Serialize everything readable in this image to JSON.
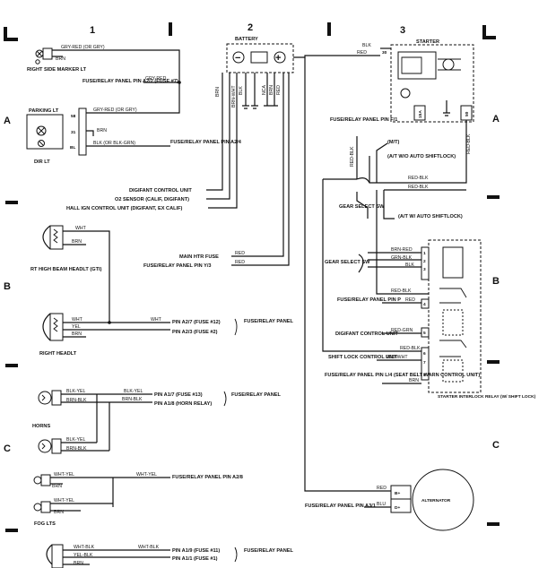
{
  "columns": [
    "1",
    "2",
    "3"
  ],
  "zones": [
    "A",
    "B",
    "C"
  ],
  "battery": {
    "label": "BATTERY",
    "minus": "−",
    "plus": "+"
  },
  "starter": {
    "label": "STARTER",
    "pin30": "30",
    "pin15a": "15A",
    "pin50": "50"
  },
  "alternator": {
    "label": "ALTERNATOR",
    "pin_bplus": "B+",
    "pin_dplus": "D+"
  },
  "relay": {
    "label": "STARTER INTERLOCK RELAY (W/ SHIFT LOCK)",
    "pins": [
      "1",
      "2",
      "3",
      "4",
      "5",
      "6",
      "7",
      "8"
    ]
  },
  "components": {
    "marker": "RIGHT SIDE MARKER LT",
    "parking": "PARKING LT",
    "dir": "DIR LT",
    "high_beam": "RT HIGH BEAM HEADLT (GTI)",
    "headlt": "RIGHT HEADLT",
    "horns": "HORNS",
    "fog": "FOG LTS",
    "gear_select_sw": "GEAR SELECT SW",
    "gear_select_sw2": "GEAR SELECT SW"
  },
  "pins": {
    "58": "58",
    "31": "31",
    "bl": "BL"
  },
  "wires": {
    "gry_red_or_gry": "GRY-RED (OR GRY)",
    "brn": "BRN",
    "gry_red": "GRY-RED",
    "blk_or_blk_grn": "BLK (OR BLK-GRN)",
    "wht": "WHT",
    "yel": "YEL",
    "blk_yel": "BLK-YEL",
    "brn_blk": "BRN-BLK",
    "wht_yel": "WHT-YEL",
    "wht_blk": "WHT-BLK",
    "yel_blk": "YEL-BLK",
    "blk": "BLK",
    "red": "RED",
    "red_blk": "RED-BLK",
    "brn_red": "BRN-RED",
    "grn_blk": "GRN-BLK",
    "red_grn": "RED-GRN",
    "red_wht": "RED-WHT",
    "blu": "BLU",
    "nca": "NCA",
    "brn_wht": "BRN-WHT"
  },
  "labels": {
    "fuse_a2_2": "FUSE/RELAY PANEL PIN A2/2 (FUSE #7)",
    "fuse_a2_4": "FUSE/RELAY PANEL PIN A2/4",
    "digifant_ctrl": "DIGIFANT CONTROL UNIT",
    "o2_sensor": "O2 SENSOR (CALIF, DIGIFANT)",
    "hall_ign": "HALL IGN CONTROL UNIT (DIGIFANT, EX CALIF)",
    "main_htr": "MAIN HTR FUSE",
    "fuse_y3": "FUSE/RELAY PANEL PIN Y/3",
    "fuse_f1": "FUSE/RELAY PANEL PIN F/1",
    "mt": "(M/T)",
    "at_wo": "(A/T W/O AUTO SHIFTLOCK)",
    "at_w": "(A/T W/ AUTO SHIFTLOCK)",
    "fuse_p": "FUSE/RELAY PANEL PIN P",
    "digifant_ctrl2": "DIGIFANT CONTROL UNIT",
    "shift_lock": "SHIFT LOCK CONTROL UNIT",
    "fuse_l4": "FUSE/RELAY PANEL PIN L/4 (SEAT BELT WARN CONTROL UNIT)",
    "pin_a2_7": "PIN A2/7 (FUSE #12)",
    "pin_a2_3": "PIN A2/3 (FUSE #2)",
    "fuse_panel": "FUSE/RELAY PANEL",
    "pin_a1_7": "PIN A1/7 (FUSE #13)",
    "pin_a1_8": "PIN A1/8 (HORN RELAY)",
    "fuse_a2_8": "FUSE/RELAY PANEL PIN A2/8",
    "pin_a1_9": "PIN A1/9 (FUSE #11)",
    "pin_a1_1": "PIN A1/1 (FUSE #1)",
    "fuse_a3_1": "FUSE/RELAY PANEL PIN A3/1"
  }
}
